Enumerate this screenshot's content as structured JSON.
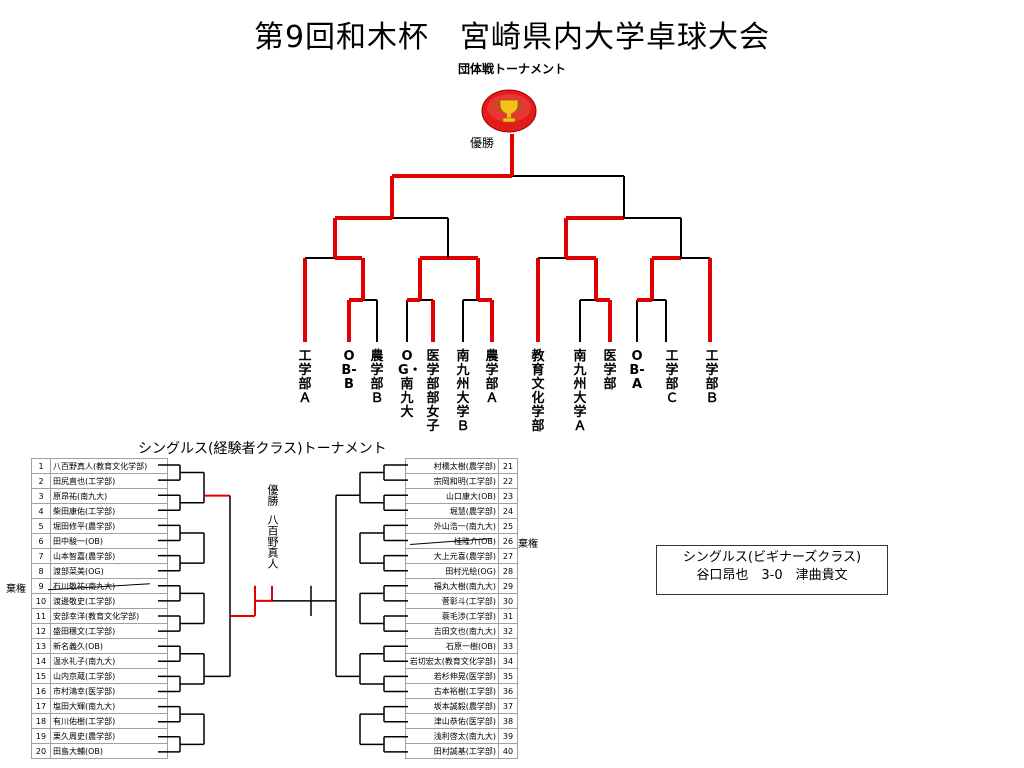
{
  "title": "第9回和木杯　宮崎県内大学卓球大会",
  "subtitle": "団体戦トーナメント",
  "team": {
    "champion_label": "優勝",
    "teams": [
      "工学部Ａ",
      "OB-B",
      "農学部Ｂ",
      "OG・南九大",
      "医学部部女子",
      "南九州大学Ｂ",
      "農学部Ａ",
      "教育文化学部",
      "南九州大学Ａ",
      "医学部",
      "OB-A",
      "工学部Ｃ",
      "工学部Ｂ"
    ]
  },
  "singles": {
    "title": "シングルス(経験者クラス)トーナメント",
    "champion_label": "優勝",
    "champion_name": "八百野真人",
    "withdraw_label": "棄権",
    "left": [
      {
        "num": "1",
        "name": "八百野真人(教育文化学部)"
      },
      {
        "num": "2",
        "name": "田尻直也(工学部)"
      },
      {
        "num": "3",
        "name": "原昂祐(南九大)"
      },
      {
        "num": "4",
        "name": "柴田康佑(工学部)"
      },
      {
        "num": "5",
        "name": "堀田修平(農学部)"
      },
      {
        "num": "6",
        "name": "田中駿一(OB)"
      },
      {
        "num": "7",
        "name": "山本智嘉(農学部)"
      },
      {
        "num": "8",
        "name": "渡部菜美(OG)"
      },
      {
        "num": "9",
        "name": "石川敬祐(南九大)"
      },
      {
        "num": "10",
        "name": "渡邊敬史(工学部)"
      },
      {
        "num": "11",
        "name": "安部幸洋(教育文化学部)"
      },
      {
        "num": "12",
        "name": "盛田穣文(工学部)"
      },
      {
        "num": "13",
        "name": "新名義久(OB)"
      },
      {
        "num": "14",
        "name": "温水礼子(南九大)"
      },
      {
        "num": "15",
        "name": "山内京蔵(工学部)"
      },
      {
        "num": "16",
        "name": "市村鴻幸(医学部)"
      },
      {
        "num": "17",
        "name": "塩田大輝(南九大)"
      },
      {
        "num": "18",
        "name": "有川佑樹(工学部)"
      },
      {
        "num": "19",
        "name": "栗久周史(農学部)"
      },
      {
        "num": "20",
        "name": "田島大輔(OB)"
      }
    ],
    "right": [
      {
        "num": "21",
        "name": "村橋太樹(農学部)"
      },
      {
        "num": "22",
        "name": "宗岡和明(工学部)"
      },
      {
        "num": "23",
        "name": "山口康大(OB)"
      },
      {
        "num": "24",
        "name": "堀慧(農学部)"
      },
      {
        "num": "25",
        "name": "外山浩一(南九大)"
      },
      {
        "num": "26",
        "name": "桂隆介(OB)"
      },
      {
        "num": "27",
        "name": "大上元喜(農学部)"
      },
      {
        "num": "28",
        "name": "田村光絵(OG)"
      },
      {
        "num": "29",
        "name": "福丸大樹(南九大)"
      },
      {
        "num": "30",
        "name": "菅彰斗(工学部)"
      },
      {
        "num": "31",
        "name": "蓑毛渉(工学部)"
      },
      {
        "num": "32",
        "name": "吉田文也(南九大)"
      },
      {
        "num": "33",
        "name": "石原一樹(OB)"
      },
      {
        "num": "34",
        "name": "岩切宏太(教育文化学部)"
      },
      {
        "num": "35",
        "name": "若杉伸晃(医学部)"
      },
      {
        "num": "36",
        "name": "古本裕樹(工学部)"
      },
      {
        "num": "37",
        "name": "坂本誠毅(農学部)"
      },
      {
        "num": "38",
        "name": "津山恭佑(医学部)"
      },
      {
        "num": "39",
        "name": "浅利啓太(南九大)"
      },
      {
        "num": "40",
        "name": "田村誠基(工学部)"
      }
    ]
  },
  "beginner": {
    "title": "シングルス(ビギナーズクラス)",
    "result": "谷口昂也　3-0　津曲貴文"
  },
  "colors": {
    "win": "#e00000",
    "line": "#000000"
  }
}
